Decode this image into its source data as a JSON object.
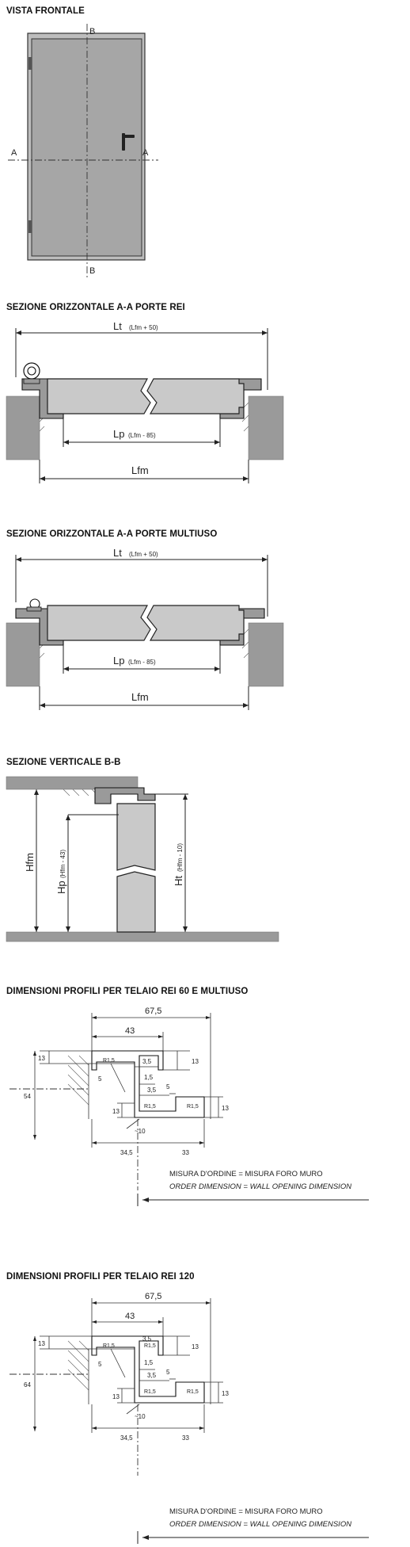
{
  "sections": {
    "front_view": "VISTA FRONTALE",
    "horizontal_rei": "SEZIONE ORIZZONTALE A-A PORTE REI",
    "horizontal_multi": "SEZIONE ORIZZONTALE A-A PORTE MULTIUSO",
    "vertical": "SEZIONE VERTICALE B-B",
    "profile_rei60": "DIMENSIONI PROFILI PER TELAIO REI 60 E MULTIUSO",
    "profile_rei120": "DIMENSIONI PROFILI PER TELAIO REI 120"
  },
  "front": {
    "axis_a": "A",
    "axis_b": "B"
  },
  "horizontal": {
    "lt": "Lt",
    "lt_formula": "(Lfm + 50)",
    "lp": "Lp",
    "lp_formula": "(Lfm - 85)",
    "lfm": "Lfm"
  },
  "vertical": {
    "hfm": "Hfm",
    "hp": "Hp",
    "hp_formula": "(Hfm - 43)",
    "ht": "Ht",
    "ht_formula": "(Hfm - 10)"
  },
  "profile_common": {
    "w_total": "67,5",
    "w_top": "43",
    "h_top": "13",
    "t_35a": "3,5",
    "h_right_top": "13",
    "r_a": "R1,5",
    "r_b": "R1,5",
    "r_c": "R1,5",
    "r_d": "R1,5",
    "t_5a": "5",
    "t_15": "1,5",
    "t_35b": "3,5",
    "t_5b": "5",
    "h_left_bottom": "13",
    "h_right_bottom": "13",
    "t_10": "~10",
    "w_bottom_left": "34,5",
    "w_bottom_right": "33",
    "note_it": "MISURA D'ORDINE = MISURA FORO MURO",
    "note_en": "ORDER DIMENSION = WALL OPENING DIMENSION"
  },
  "profile_rei60": {
    "height": "54"
  },
  "profile_rei120": {
    "height": "64"
  }
}
